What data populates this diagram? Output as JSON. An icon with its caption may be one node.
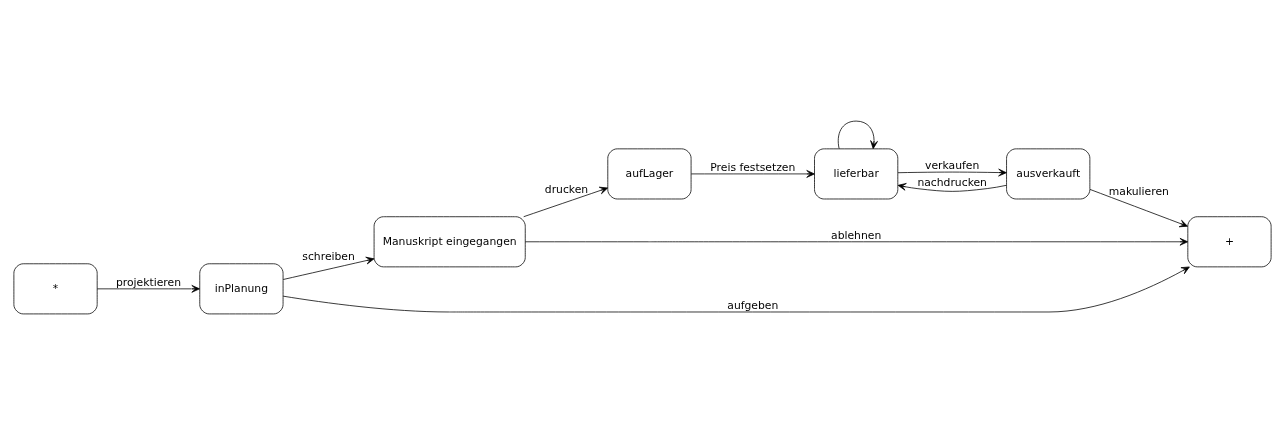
{
  "diagram": {
    "nodes": [
      {
        "text": [
          "inPlanung"
        ]
      },
      {
        "text": [
          "Manuskript eingegangen"
        ]
      },
      {
        "text": [
          "aufLager"
        ]
      },
      {
        "text": [
          "lieferbar"
        ]
      },
      {
        "text": [
          "ausverkauft"
        ]
      },
      {
        "text": [
          "*"
        ]
      },
      {
        "text": [
          "+"
        ]
      }
    ],
    "edges": [
      {
        "from": 0,
        "to": 1,
        "arrow": "to",
        "label": "schreiben"
      },
      {
        "from": 1,
        "to": 2,
        "arrow": "to",
        "label": "drucken"
      },
      {
        "from": 2,
        "to": 3,
        "arrow": "to",
        "label": "Preis festsetzen"
      },
      {
        "from": 3,
        "to": 3,
        "arrow": "to"
      },
      {
        "from": 3,
        "to": 4,
        "arrow": "to",
        "label": "verkaufen"
      },
      {
        "from": 4,
        "to": 3,
        "arrow": "to",
        "label": "nachdrucken"
      },
      {
        "from": 5,
        "to": 0,
        "arrow": "to",
        "label": "projektieren"
      },
      {
        "from": 0,
        "to": 6,
        "arrow": "to",
        "label": "aufgeben"
      },
      {
        "from": 1,
        "to": 6,
        "arrow": "to",
        "label": "ablehnen"
      },
      {
        "from": 4,
        "to": 6,
        "arrow": "to",
        "label": "makulieren"
      }
    ]
  }
}
